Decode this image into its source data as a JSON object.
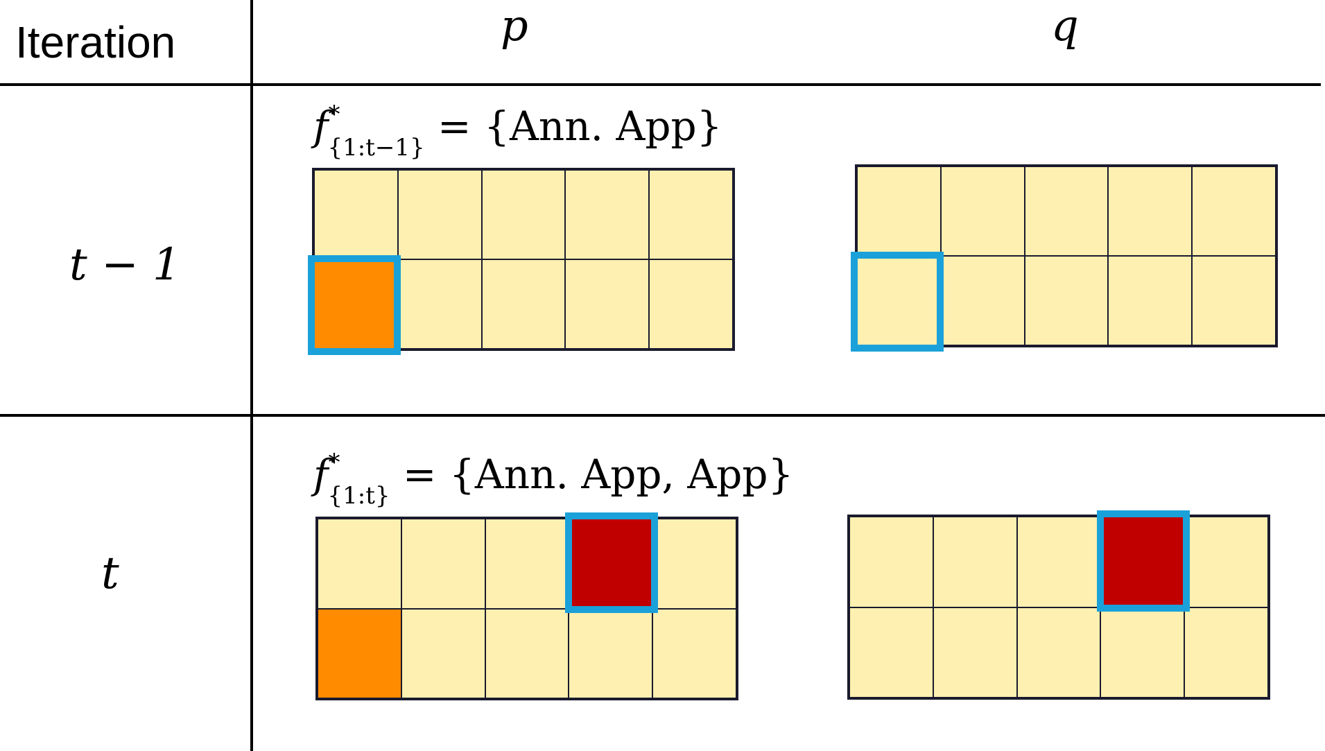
{
  "headers": {
    "iteration": "Iteration",
    "p": "p",
    "q": "q"
  },
  "rows": [
    {
      "label": "t − 1",
      "formula": {
        "sup": "*",
        "sub": "{1:t−1}",
        "rhs": "= {Ann. App}"
      },
      "p_grid": [
        [
          "empty",
          "empty",
          "empty",
          "empty",
          "empty"
        ],
        [
          "orange",
          "empty",
          "empty",
          "empty",
          "empty"
        ]
      ],
      "q_grid": [
        [
          "empty",
          "empty",
          "empty",
          "empty",
          "empty"
        ],
        [
          "empty",
          "empty",
          "empty",
          "empty",
          "empty"
        ]
      ],
      "highlight": {
        "row": 1,
        "col": 0
      }
    },
    {
      "label": "t",
      "formula": {
        "sup": "*",
        "sub": "{1:t}",
        "rhs": "= {Ann. App, App}"
      },
      "p_grid": [
        [
          "empty",
          "empty",
          "empty",
          "red",
          "empty"
        ],
        [
          "orange",
          "empty",
          "empty",
          "empty",
          "empty"
        ]
      ],
      "q_grid": [
        [
          "empty",
          "empty",
          "empty",
          "red",
          "empty"
        ],
        [
          "empty",
          "empty",
          "empty",
          "empty",
          "empty"
        ]
      ],
      "highlight": {
        "row": 0,
        "col": 3
      }
    }
  ],
  "colors": {
    "empty": "#fdf0b0",
    "orange": "#ff8c00",
    "red": "#c00000",
    "highlight": "#1ba1d9",
    "grid_line": "#1a1a2e"
  }
}
